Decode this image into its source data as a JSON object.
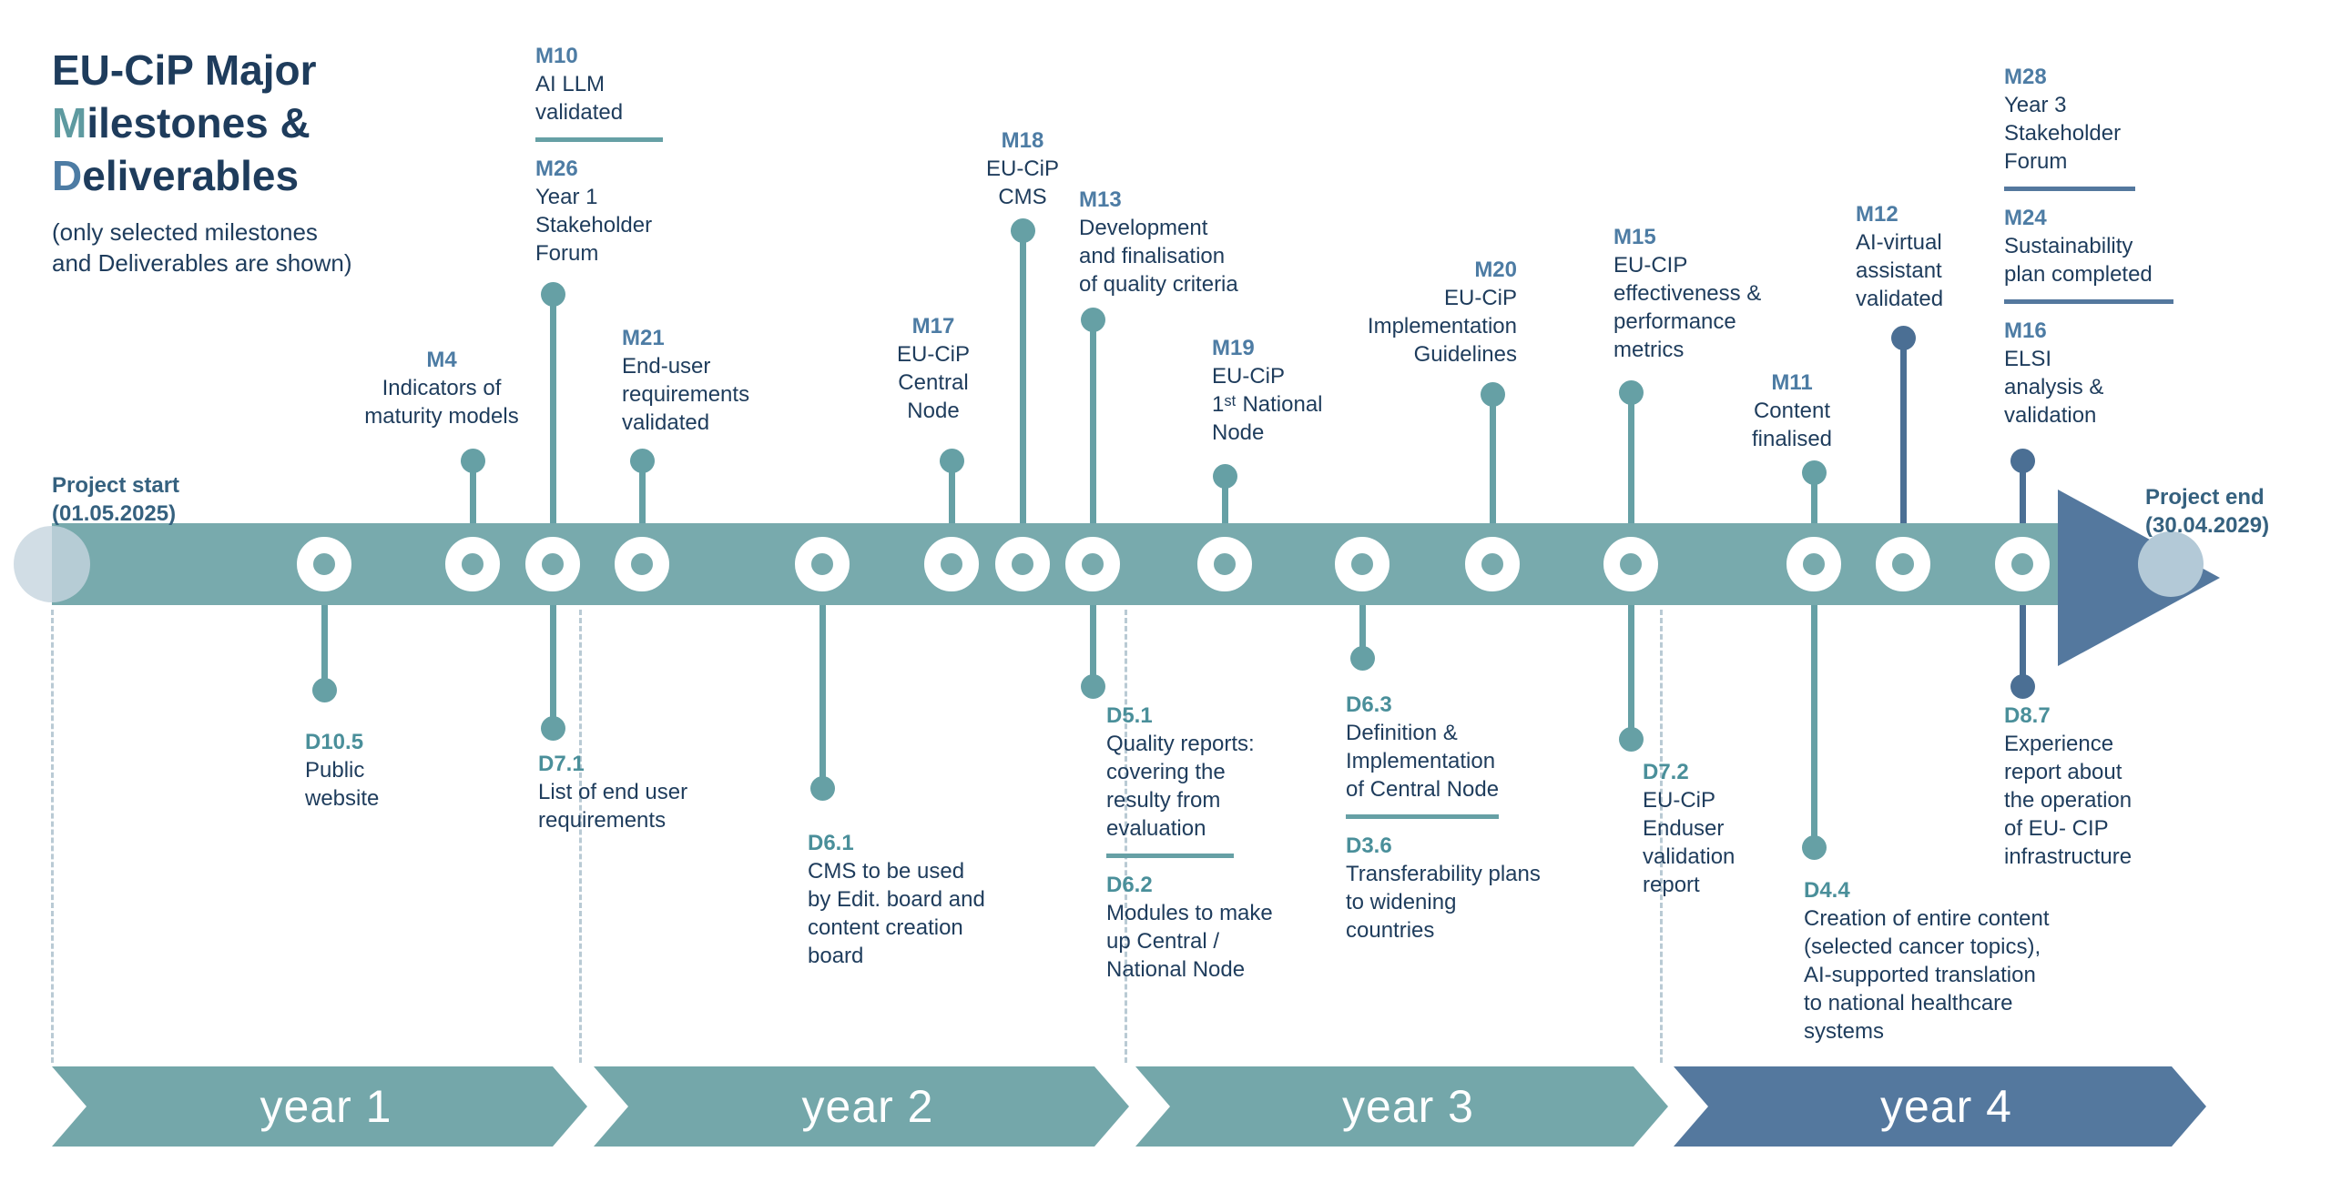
{
  "title": {
    "line1": "EU-CiP Major",
    "line2_accent": "M",
    "line2_rest": "ilestones &",
    "line3_accent": "D",
    "line3_rest": "eliverables",
    "note": "(only selected milestones\nand Deliverables are shown)"
  },
  "project_start": {
    "label": "Project start",
    "date": "(01.05.2025)"
  },
  "project_end": {
    "label": "Project end",
    "date": "(30.04.2029)"
  },
  "years": [
    {
      "label": "year 1"
    },
    {
      "label": "year 2"
    },
    {
      "label": "year 3"
    },
    {
      "label": "year 4"
    }
  ],
  "milestones": [
    {
      "code": "M10",
      "text": "AI LLM\nvalidated"
    },
    {
      "code": "M26",
      "text": "Year 1\nStakeholder\nForum"
    },
    {
      "code": "M4",
      "text": "Indicators of\nmaturity models"
    },
    {
      "code": "M21",
      "text": "End-user\nrequirements\nvalidated"
    },
    {
      "code": "M17",
      "text": "EU-CiP\nCentral\nNode"
    },
    {
      "code": "M18",
      "text": "EU-CiP\nCMS"
    },
    {
      "code": "M13",
      "text": "Development\nand finalisation\nof quality criteria"
    },
    {
      "code": "M19",
      "text": "EU-CiP\n1ˢᵗ National\nNode"
    },
    {
      "code": "M20",
      "text": "EU-CiP\nImplementation\nGuidelines"
    },
    {
      "code": "M15",
      "text": "EU-CIP\neffectiveness &\nperformance\nmetrics"
    },
    {
      "code": "M11",
      "text": "Content\nfinalised"
    },
    {
      "code": "M12",
      "text": "AI-virtual\nassistant\nvalidated"
    },
    {
      "code": "M28",
      "text": "Year 3\nStakeholder\nForum"
    },
    {
      "code": "M24",
      "text": "Sustainability\nplan completed"
    },
    {
      "code": "M16",
      "text": "ELSI\nanalysis &\nvalidation"
    }
  ],
  "deliverables": [
    {
      "code": "D10.5",
      "text": "Public\nwebsite"
    },
    {
      "code": "D7.1",
      "text": "List of end user\nrequirements"
    },
    {
      "code": "D6.1",
      "text": "CMS to be used\nby Edit. board and\ncontent creation\nboard"
    },
    {
      "code": "D5.1",
      "text": "Quality reports:\ncovering the\nresulty from\nevaluation"
    },
    {
      "code": "D6.2",
      "text": "Modules to make\nup Central /\nNational Node"
    },
    {
      "code": "D6.3",
      "text": "Definition &\nImplementation\nof Central Node"
    },
    {
      "code": "D3.6",
      "text": "Transferability plans\nto widening\ncountries"
    },
    {
      "code": "D7.2",
      "text": "EU-CiP\nEnduser\nvalidation\nreport"
    },
    {
      "code": "D4.4",
      "text": "Creation of entire content\n(selected cancer topics),\nAI-supported translation\nto national healthcare\nsystems"
    },
    {
      "code": "D8.7",
      "text": "Experience\nreport about\nthe operation\nof EU- CIP\ninfrastructure"
    }
  ],
  "colors": {
    "timeline_teal": "#78aaad",
    "node_teal": "#66a0a5",
    "year4_blue": "#54789e",
    "dark_dot_blue": "#4b6f94",
    "navy_text": "#1e3c5c",
    "milestone_code": "#4d7ca4",
    "deliverable_code": "#4a8f9a"
  }
}
